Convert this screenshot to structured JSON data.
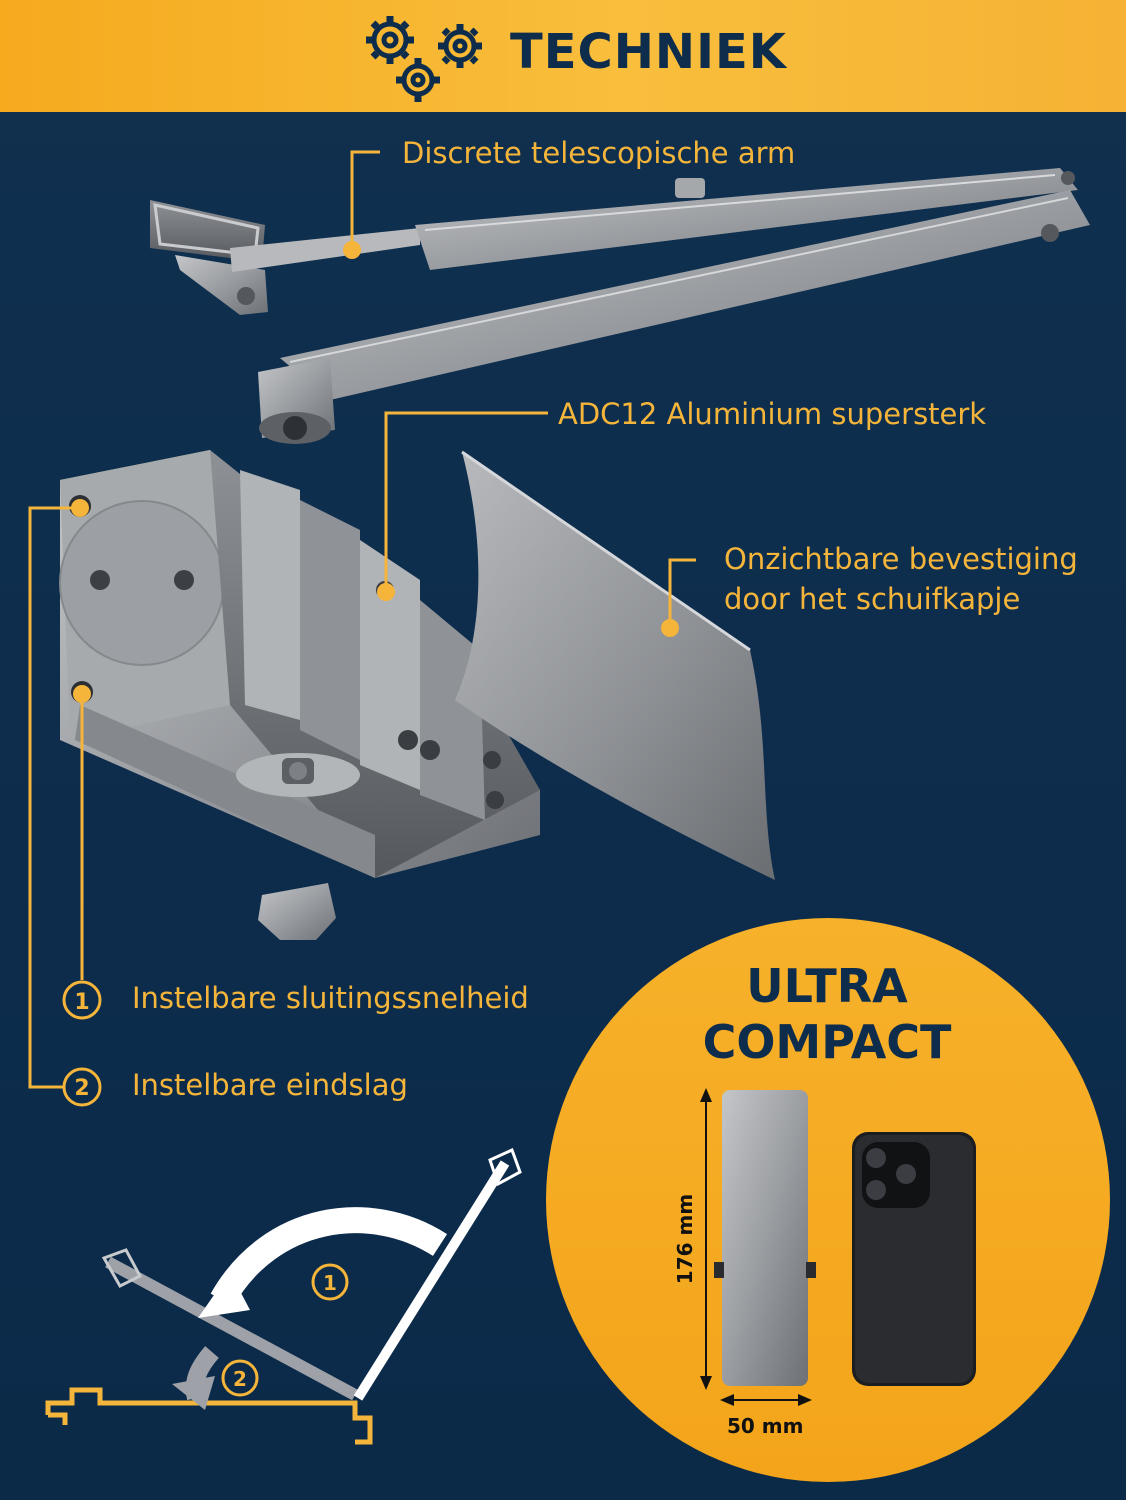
{
  "banner": {
    "title": "TECHNIEK",
    "icon": "gears-icon",
    "color_start": "#f6aa1e",
    "color_end": "#f8be3c"
  },
  "colors": {
    "background": "#0f2d4f",
    "accent": "#f4b53a",
    "metal": "#9ea1a5"
  },
  "callouts": {
    "arm": "Discrete telescopische arm",
    "aluminium": "ADC12 Aluminium supersterk",
    "mount_line1": "Onzichtbare bevestiging",
    "mount_line2": "door het schuifkapje"
  },
  "features": [
    {
      "number": "1",
      "label": "Instelbare sluitingssnelheid"
    },
    {
      "number": "2",
      "label": "Instelbare eindslag"
    }
  ],
  "compact": {
    "line1": "ULTRA",
    "line2": "COMPACT",
    "height_label": "176 mm",
    "width_label": "50 mm"
  },
  "diagram": {
    "arrow1_number": "1",
    "arrow2_number": "2"
  }
}
